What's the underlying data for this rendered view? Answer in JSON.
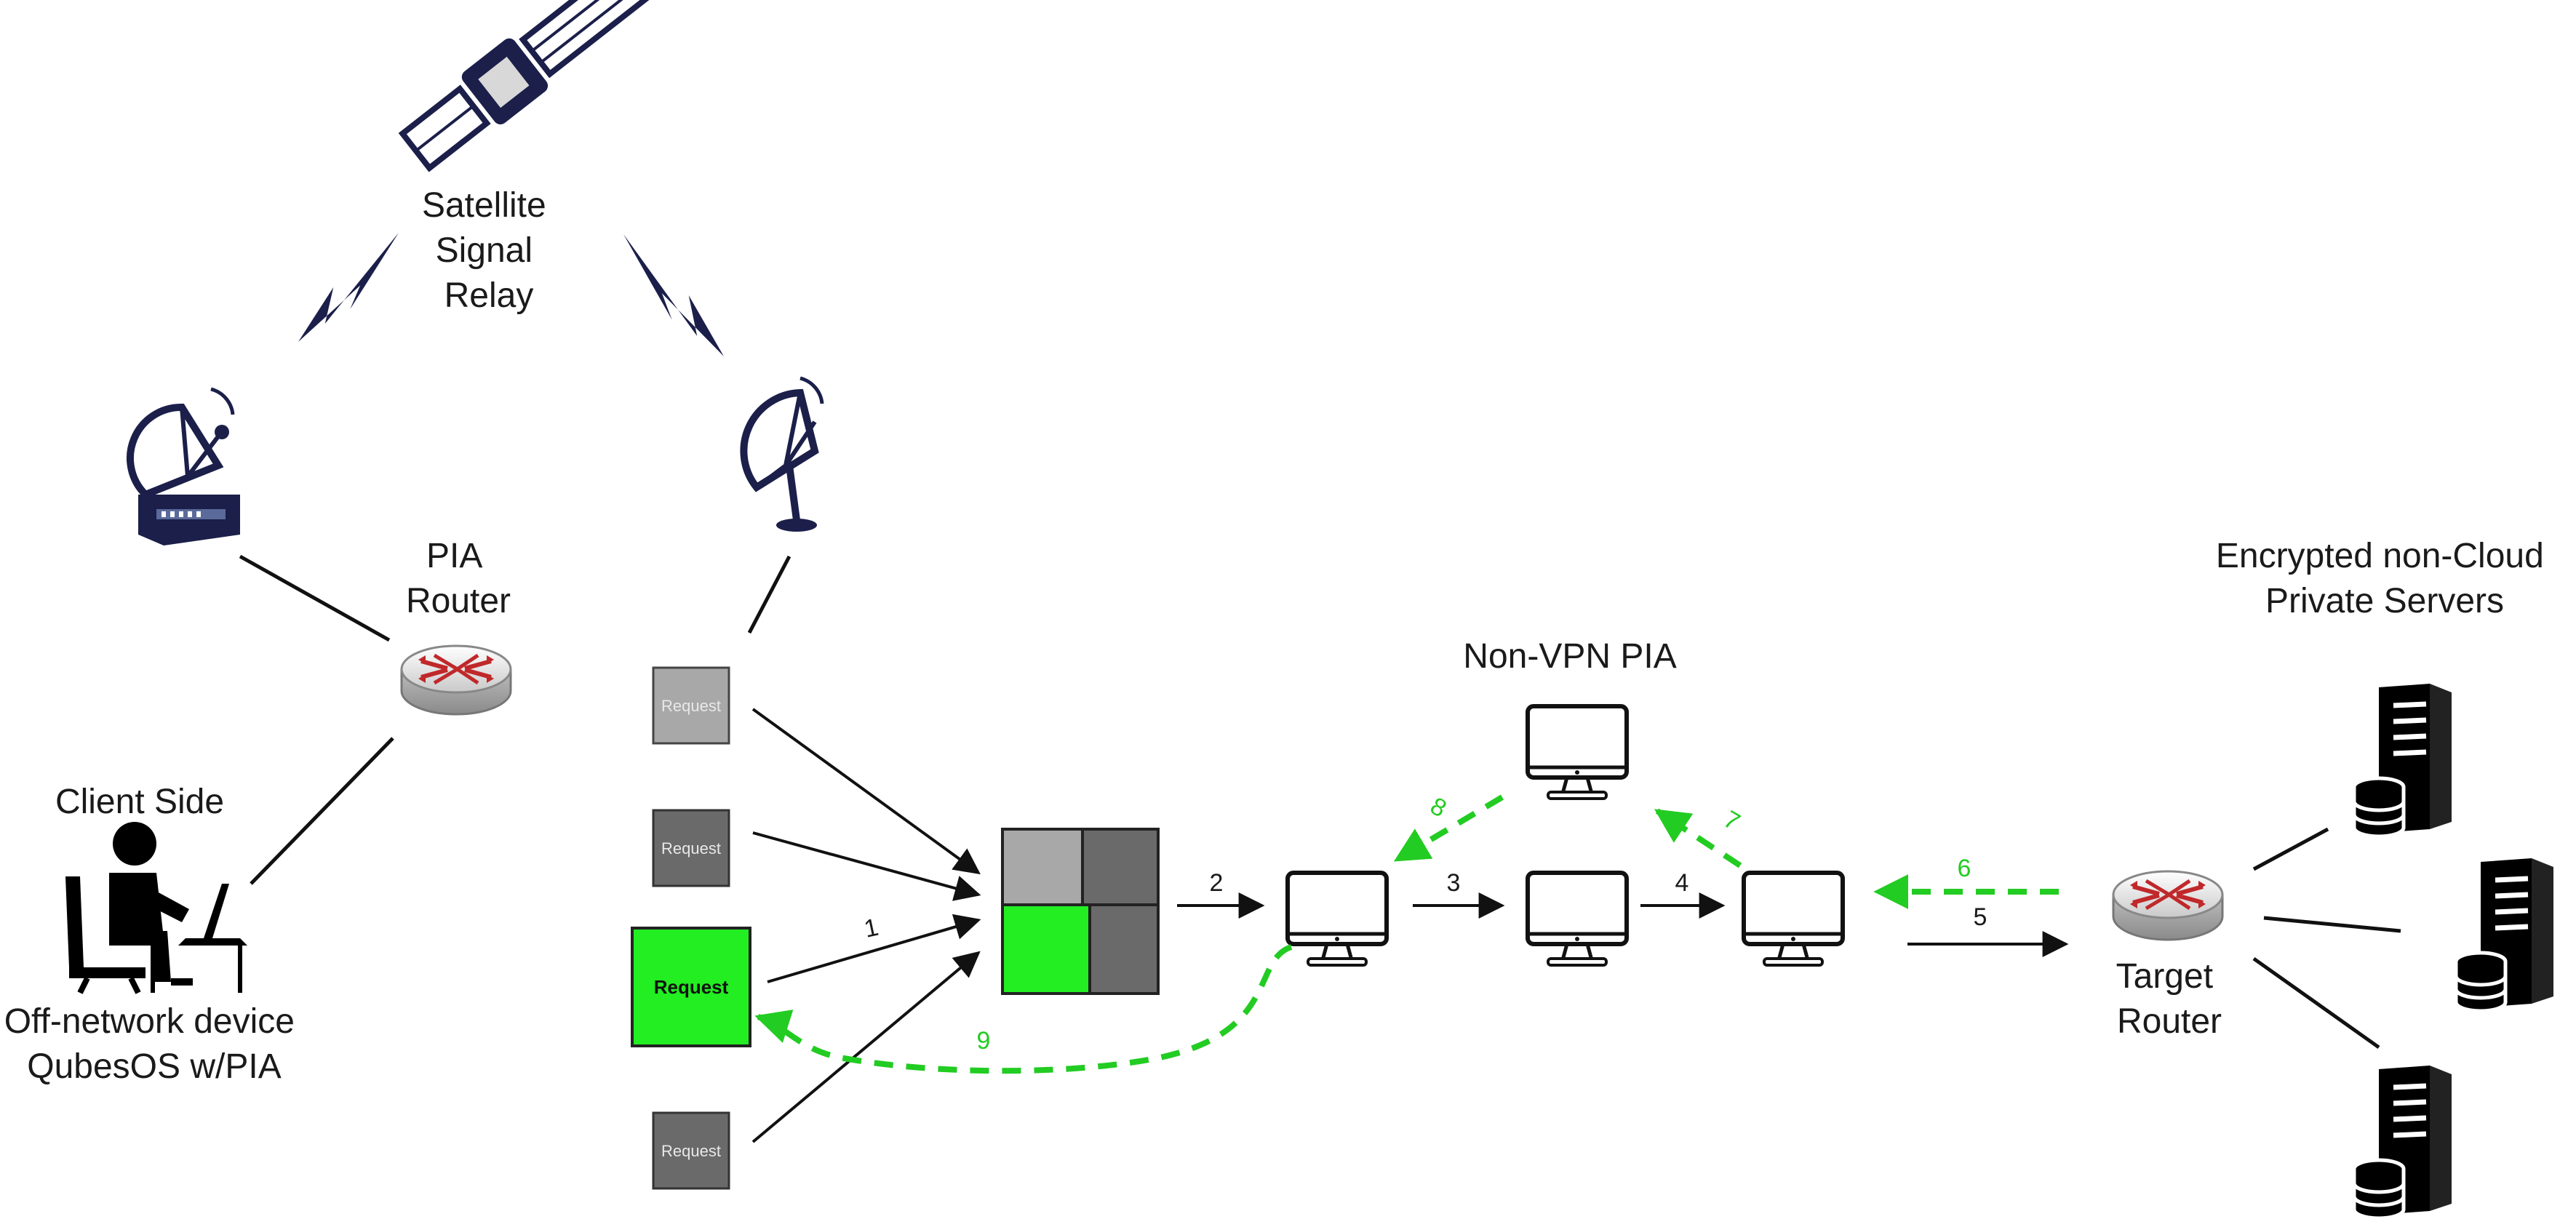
{
  "colors": {
    "accent_green": "#22cc22",
    "box_light": "#a8a8a8",
    "box_dark": "#6a6a6a",
    "monitor": "#111111",
    "satellite_navy": "#1b1f4a",
    "router_red": "#c0282a"
  },
  "labels": {
    "satellite": [
      "Satellite",
      "Signal",
      "Relay"
    ],
    "pia_router": [
      "PIA",
      "Router"
    ],
    "client_side": "Client Side",
    "off_network": [
      "Off-network device",
      "QubesOS w/PIA"
    ],
    "non_vpn_pia": "Non-VPN PIA",
    "target_router": [
      "Target",
      "Router"
    ],
    "servers": [
      "Encrypted non-Cloud",
      "Private Servers"
    ]
  },
  "requests": [
    "Request",
    "Request",
    "Request",
    "Request"
  ],
  "steps": {
    "s1": "1",
    "s2": "2",
    "s3": "3",
    "s4": "4",
    "s5": "5",
    "s6": "6",
    "s7": "7",
    "s8": "8",
    "s9": "9"
  },
  "icons": {
    "satellite": "satellite-icon",
    "signal": "lightning-signal-icon",
    "dish_router": "satellite-dish-router-icon",
    "dish": "satellite-dish-icon",
    "router": "router-icon",
    "client": "person-at-computer-icon",
    "monitor": "monitor-icon",
    "server": "server-icon"
  }
}
